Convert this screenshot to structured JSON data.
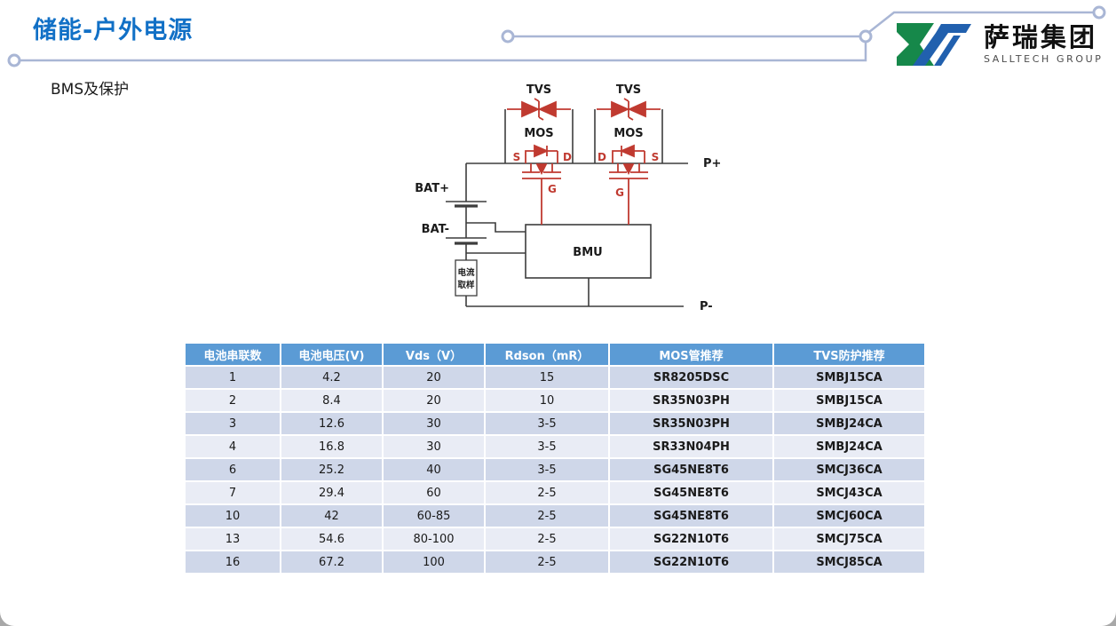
{
  "slide": {
    "title": "储能-户外电源",
    "subtitle": "BMS及保护"
  },
  "logo": {
    "name_cn": "萨瑞集团",
    "name_en": "SALLTECH GROUP"
  },
  "circuit": {
    "labels": {
      "tvs": "TVS",
      "mos": "MOS",
      "s": "S",
      "d": "D",
      "g": "G",
      "bat_plus": "BAT+",
      "bat_minus": "BAT-",
      "bmu": "BMU",
      "current_sample_line1": "电流",
      "current_sample_line2": "取样",
      "p_plus": "P+",
      "p_minus": "P-"
    }
  },
  "table": {
    "headers": [
      "电池串联数",
      "电池电压(V)",
      "Vds（V）",
      "Rdson（mR）",
      "MOS管推荐",
      "TVS防护推荐"
    ],
    "rows": [
      [
        "1",
        "4.2",
        "20",
        "15",
        "SR8205DSC",
        "SMBJ15CA"
      ],
      [
        "2",
        "8.4",
        "20",
        "10",
        "SR35N03PH",
        "SMBJ15CA"
      ],
      [
        "3",
        "12.6",
        "30",
        "3-5",
        "SR35N03PH",
        "SMBJ24CA"
      ],
      [
        "4",
        "16.8",
        "30",
        "3-5",
        "SR33N04PH",
        "SMBJ24CA"
      ],
      [
        "6",
        "25.2",
        "40",
        "3-5",
        "SG45NE8T6",
        "SMCJ36CA"
      ],
      [
        "7",
        "29.4",
        "60",
        "2-5",
        "SG45NE8T6",
        "SMCJ43CA"
      ],
      [
        "10",
        "42",
        "60-85",
        "2-5",
        "SG45NE8T6",
        "SMCJ60CA"
      ],
      [
        "13",
        "54.6",
        "80-100",
        "2-5",
        "SG22N10T6",
        "SMCJ75CA"
      ],
      [
        "16",
        "67.2",
        "100",
        "2-5",
        "SG22N10T6",
        "SMCJ85CA"
      ]
    ]
  },
  "colors": {
    "title_blue": "#1170c6",
    "table_header_blue": "#5b9bd5",
    "band_dark": "#cfd7e9",
    "band_light": "#e9ecf5",
    "part_red": "#df0000",
    "circuit_red": "#c03a30",
    "decor_line_blue": "#a9b6d5"
  }
}
